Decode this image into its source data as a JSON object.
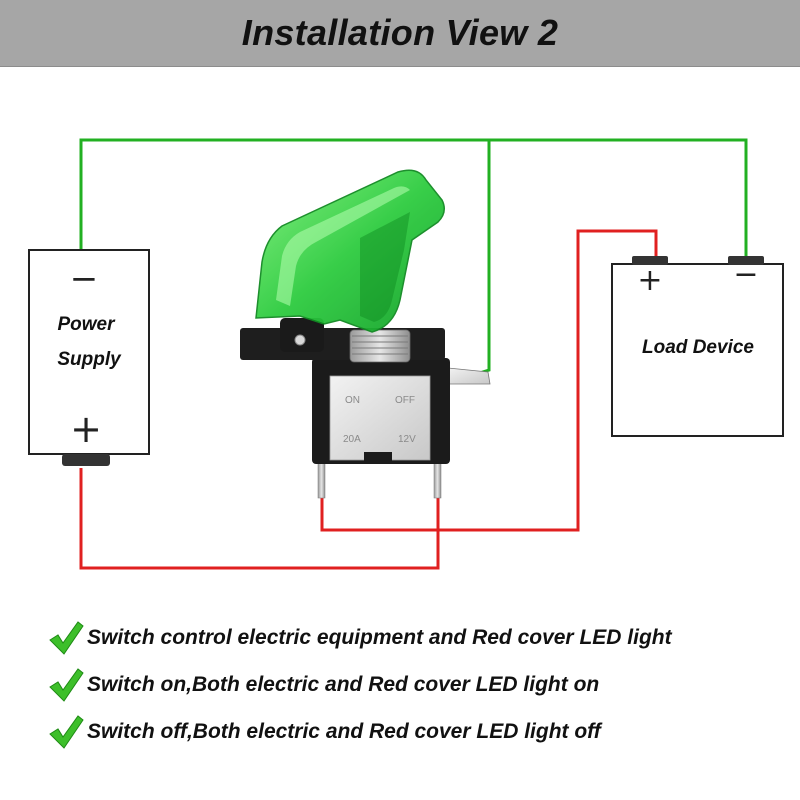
{
  "title": "Installation View 2",
  "power_supply": {
    "label_line1": "Power",
    "label_line2": "Supply",
    "minus_sign": "−",
    "plus_sign": "+"
  },
  "load_device": {
    "label": "Load Device",
    "plus_sign": "+",
    "minus_sign": "−"
  },
  "switch": {
    "cover_color": "#2ecc40",
    "marks": [
      "ON",
      "OFF",
      "20A",
      "12V"
    ]
  },
  "wire_colors": {
    "positive": "#e02020",
    "negative": "#22b022"
  },
  "bullets": [
    {
      "icon": "check-icon",
      "text": "Switch control electric equipment and Red cover LED light"
    },
    {
      "icon": "check-icon",
      "text": "Switch on,Both electric and Red cover LED light on"
    },
    {
      "icon": "check-icon",
      "text": "Switch off,Both electric and Red cover LED light off"
    }
  ]
}
